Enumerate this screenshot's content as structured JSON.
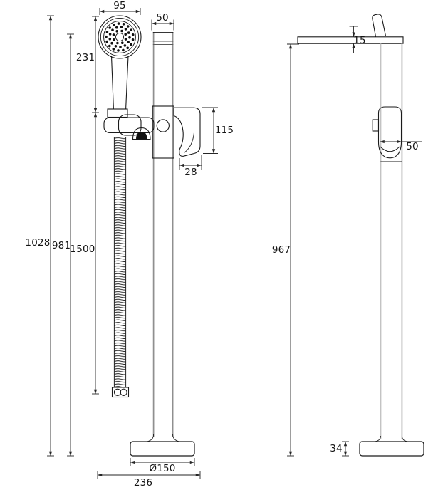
{
  "document": {
    "type": "technical dimension drawing",
    "subject": "freestanding bath shower mixer tap",
    "background": "#ffffff"
  },
  "colors": {
    "line": "#1a1a1a",
    "dimension_line": "#262626",
    "front_column_stroke": "#8f8f8f",
    "side_column_stroke": "#c3c3c3",
    "fill_black": "#111111"
  },
  "dimensions": {
    "front": {
      "head_diameter": "95",
      "column_top_width": "50",
      "handset_length": "231",
      "overall_height": "1028",
      "column_height": "981",
      "hose_length": "1500",
      "spout_height": "115",
      "spout_tip_width": "28",
      "base_diameter": "Ø150",
      "overall_depth": "236"
    },
    "side": {
      "arm_thickness": "15",
      "valve_body_depth": "50",
      "spout_to_floor": "967",
      "base_height": "34"
    }
  }
}
